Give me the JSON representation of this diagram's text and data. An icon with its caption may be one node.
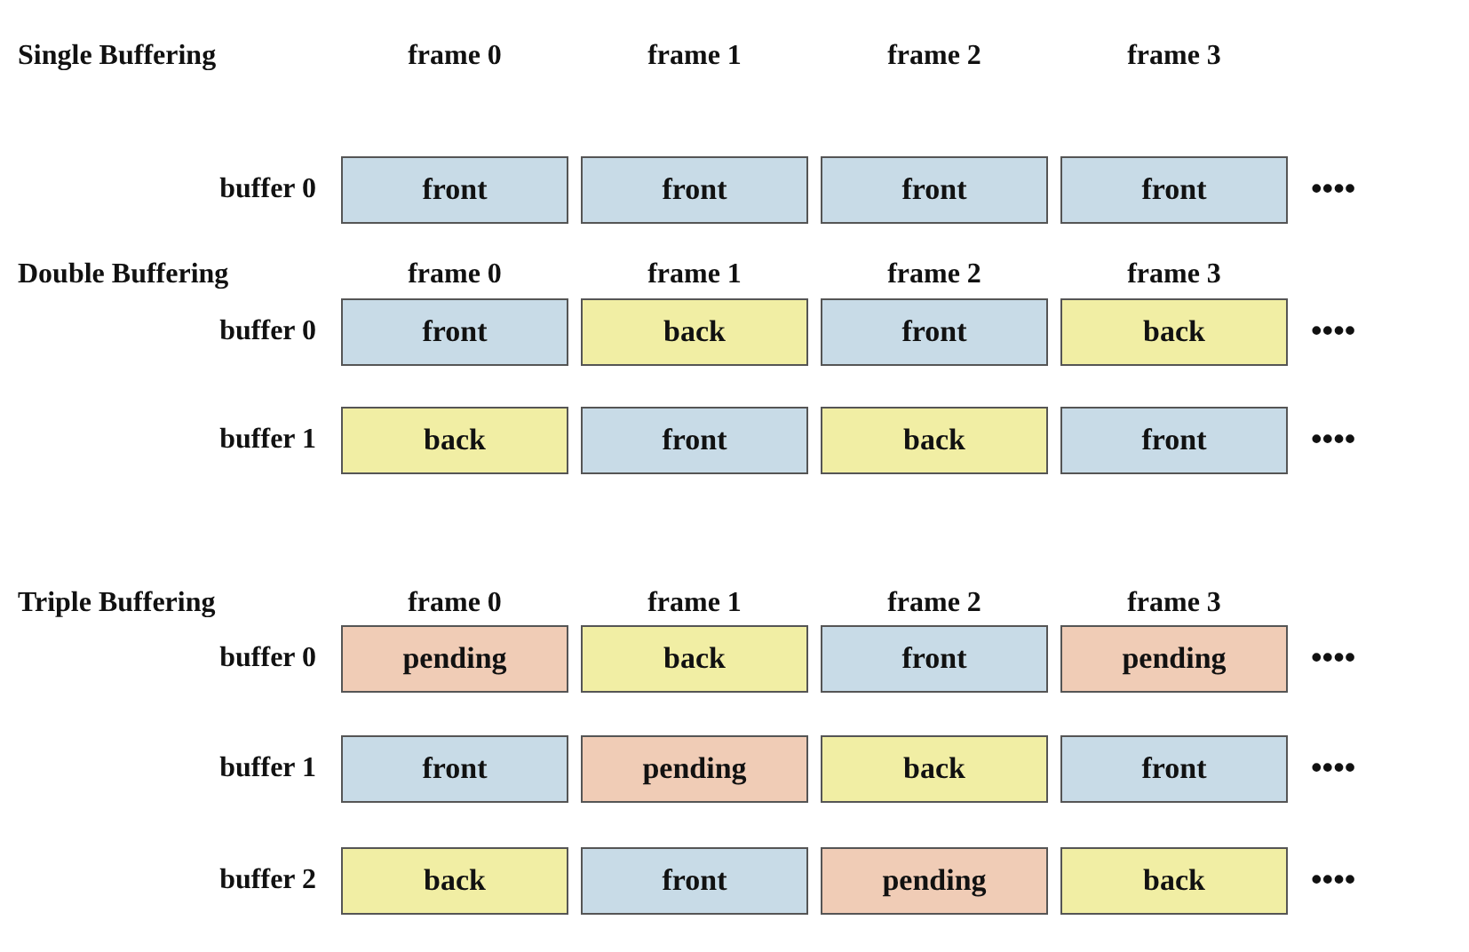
{
  "diagram": {
    "nodes": [
      {
        "text": [
          "front"
        ]
      },
      {
        "text": [
          "front"
        ]
      },
      {
        "text": [
          "front"
        ]
      },
      {
        "text": [
          "front"
        ]
      },
      {
        "text": [
          "front"
        ]
      },
      {
        "text": [
          "back"
        ]
      },
      {
        "text": [
          "front"
        ]
      },
      {
        "text": [
          "back"
        ]
      },
      {
        "text": [
          "back"
        ]
      },
      {
        "text": [
          "front"
        ]
      },
      {
        "text": [
          "back"
        ]
      },
      {
        "text": [
          "front"
        ]
      },
      {
        "text": [
          "pending"
        ]
      },
      {
        "text": [
          "back"
        ]
      },
      {
        "text": [
          "front"
        ]
      },
      {
        "text": [
          "pending"
        ]
      },
      {
        "text": [
          "front"
        ]
      },
      {
        "text": [
          "pending"
        ]
      },
      {
        "text": [
          "back"
        ]
      },
      {
        "text": [
          "front"
        ]
      },
      {
        "text": [
          "back"
        ]
      },
      {
        "text": [
          "front"
        ]
      },
      {
        "text": [
          "pending"
        ]
      },
      {
        "text": [
          "back"
        ]
      }
    ],
    "labels": [
      "Single Buffering",
      "frame 0",
      "frame 1",
      "frame 2",
      "frame 3",
      "buffer 0",
      "••••",
      "Double Buffering",
      "frame 0",
      "frame 1",
      "frame 2",
      "frame 3",
      "buffer 0",
      "••••",
      "buffer 1",
      "••••",
      "Triple Buffering",
      "frame 0",
      "frame 1",
      "frame 2",
      "frame 3",
      "buffer 0",
      "••••",
      "buffer 1",
      "••••",
      "buffer 2",
      "••••"
    ]
  }
}
